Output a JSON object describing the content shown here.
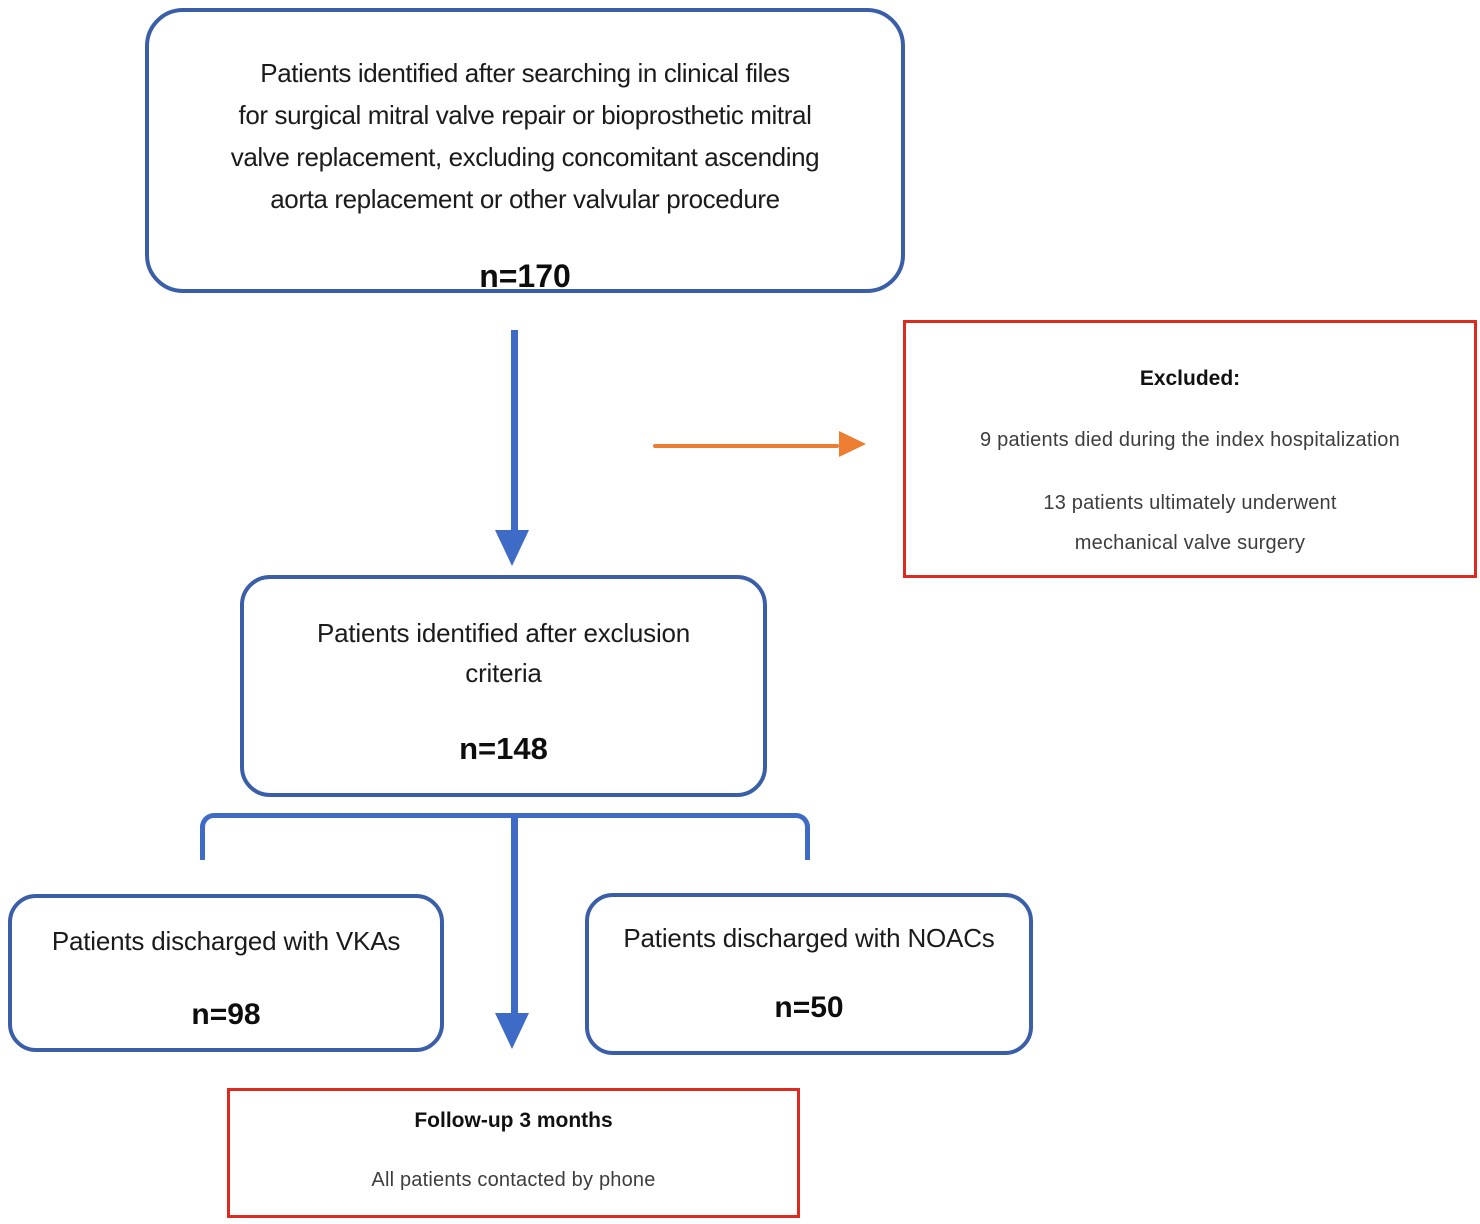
{
  "colors": {
    "box_blue": "#3A5EA8",
    "arrow_blue": "#3E6BC5",
    "red": "#DD2A1E",
    "orange": "#ED7D31",
    "text": "#1b1b1b",
    "text_soft": "#3d3d3d"
  },
  "boxes": {
    "identified": {
      "lines": [
        "Patients identified after searching in clinical files",
        "for surgical mitral valve repair or bioprosthetic mitral",
        "valve replacement, excluding concomitant ascending",
        "aorta replacement or other valvular procedure"
      ],
      "n": "n=170"
    },
    "excluded": {
      "title": "Excluded:",
      "item1": "9 patients died during the index hospitalization",
      "item2_lines": [
        "13 patients ultimately underwent",
        "mechanical valve surgery"
      ]
    },
    "after_exclusion": {
      "lines": [
        "Patients identified after exclusion",
        "criteria"
      ],
      "n": "n=148"
    },
    "vka": {
      "label": "Patients discharged with VKAs",
      "n": "n=98"
    },
    "noac": {
      "label": "Patients discharged with NOACs",
      "n": "n=50"
    },
    "followup": {
      "title": "Follow-up 3 months",
      "subtitle": "All patients contacted by phone"
    }
  }
}
